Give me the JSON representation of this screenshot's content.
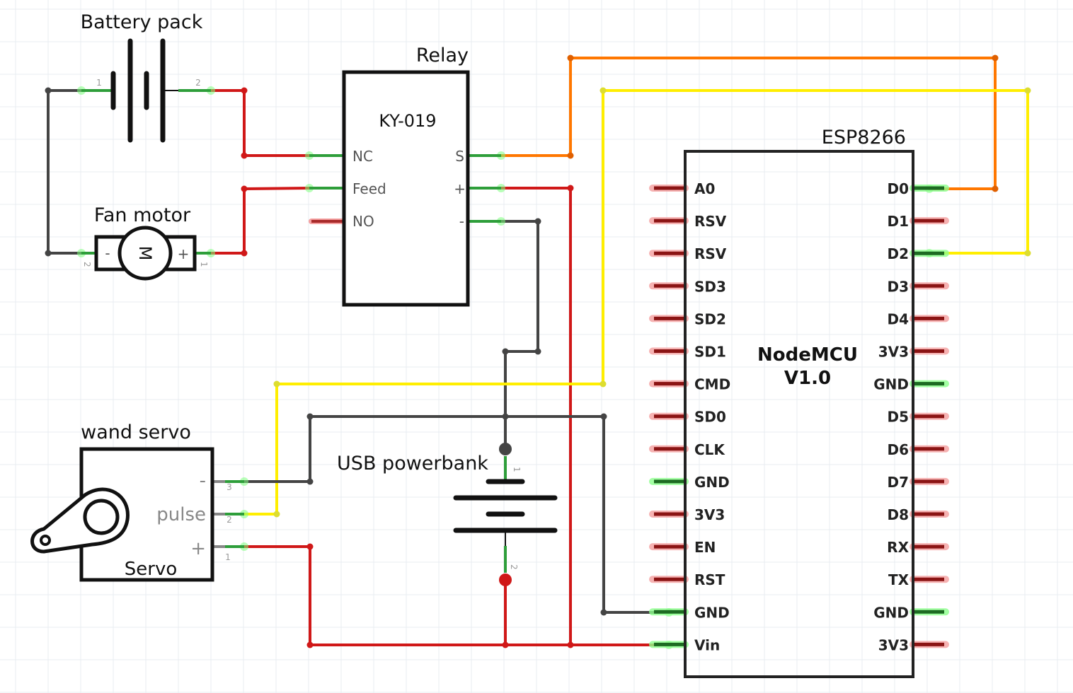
{
  "colors": {
    "wire_red": "#d01818",
    "wire_black": "#444444",
    "wire_yellow": "#ffee00",
    "wire_orange": "#ff7700",
    "pin_connected": "#2e9e3a",
    "pin_connected_glow": "#8dff8d",
    "pin_unconnected": "#8b1414",
    "pin_unconnected_glow": "#f5a0a0",
    "grid": "#e8ecf2"
  },
  "battery_pack": {
    "title": "Battery pack",
    "pin1": "1",
    "pin2": "2"
  },
  "fan_motor": {
    "title": "Fan motor",
    "symbol": "M",
    "minus": "-",
    "plus": "+",
    "pin1": "1",
    "pin2": "2"
  },
  "relay": {
    "title": "Relay",
    "model": "KY-019",
    "left_pins": [
      "NC",
      "Feed",
      "NO"
    ],
    "right_pins": [
      "S",
      "+",
      "-"
    ]
  },
  "servo": {
    "title": "wand servo",
    "body_label": "Servo",
    "pins": [
      {
        "label": "-",
        "num": "3"
      },
      {
        "label": "pulse",
        "num": "2"
      },
      {
        "label": "+",
        "num": "1"
      }
    ]
  },
  "powerbank": {
    "title": "USB powerbank",
    "pin1": "1",
    "pin2": "2"
  },
  "esp": {
    "title": "ESP8266",
    "name_line1": "NodeMCU",
    "name_line2": "V1.0",
    "left_pins": [
      {
        "label": "A0",
        "connected": false
      },
      {
        "label": "RSV",
        "connected": false
      },
      {
        "label": "RSV",
        "connected": false
      },
      {
        "label": "SD3",
        "connected": false
      },
      {
        "label": "SD2",
        "connected": false
      },
      {
        "label": "SD1",
        "connected": false
      },
      {
        "label": "CMD",
        "connected": false
      },
      {
        "label": "SD0",
        "connected": false
      },
      {
        "label": "CLK",
        "connected": false
      },
      {
        "label": "GND",
        "connected": true
      },
      {
        "label": "3V3",
        "connected": false
      },
      {
        "label": "EN",
        "connected": false
      },
      {
        "label": "RST",
        "connected": false
      },
      {
        "label": "GND",
        "connected": true
      },
      {
        "label": "Vin",
        "connected": true
      }
    ],
    "right_pins": [
      {
        "label": "D0",
        "connected": true
      },
      {
        "label": "D1",
        "connected": false
      },
      {
        "label": "D2",
        "connected": true
      },
      {
        "label": "D3",
        "connected": false
      },
      {
        "label": "D4",
        "connected": false
      },
      {
        "label": "3V3",
        "connected": false
      },
      {
        "label": "GND",
        "connected": true
      },
      {
        "label": "D5",
        "connected": false
      },
      {
        "label": "D6",
        "connected": false
      },
      {
        "label": "D7",
        "connected": false
      },
      {
        "label": "D8",
        "connected": false
      },
      {
        "label": "RX",
        "connected": false
      },
      {
        "label": "TX",
        "connected": false
      },
      {
        "label": "GND",
        "connected": true
      },
      {
        "label": "3V3",
        "connected": false
      }
    ]
  },
  "nets": [
    {
      "name": "battery-negative-to-motor",
      "color": "black"
    },
    {
      "name": "battery-positive-to-relay-nc",
      "color": "red"
    },
    {
      "name": "motor-positive-to-relay-feed",
      "color": "red"
    },
    {
      "name": "relay-signal-to-d0",
      "color": "orange"
    },
    {
      "name": "servo-pulse-to-d2",
      "color": "yellow"
    },
    {
      "name": "relay-vcc-to-vin",
      "color": "red"
    },
    {
      "name": "ground-bus",
      "color": "black"
    },
    {
      "name": "power-bus",
      "color": "red"
    }
  ]
}
